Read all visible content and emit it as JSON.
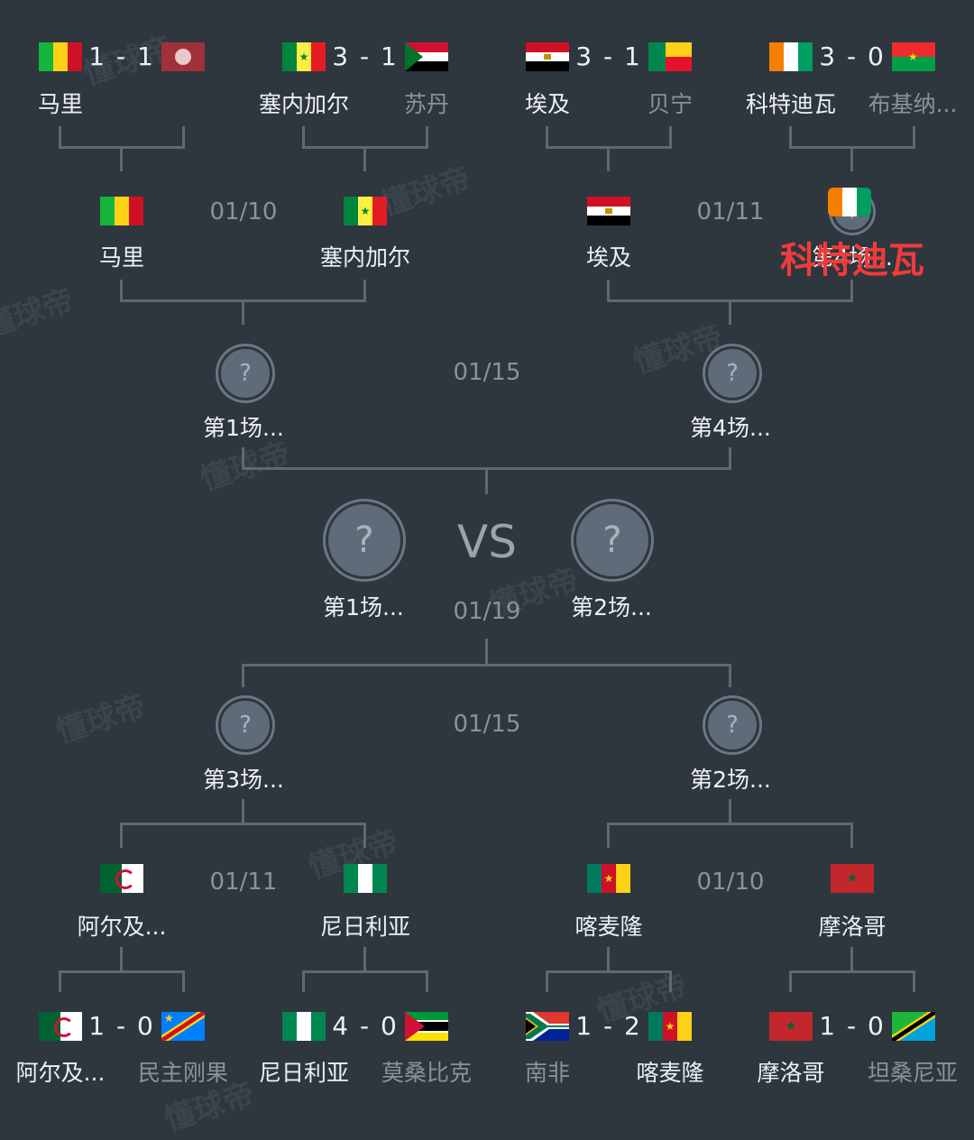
{
  "watermark": "懂球帝",
  "overlay_text": "科特迪瓦",
  "top_round16": [
    {
      "home": "马里",
      "away": "",
      "score": "1 - 1"
    },
    {
      "home": "塞内加尔",
      "away": "苏丹",
      "score": "3 - 1"
    },
    {
      "home": "埃及",
      "away": "贝宁",
      "score": "3 - 1"
    },
    {
      "home": "科特迪瓦",
      "away": "布基纳...",
      "score": "3 - 0"
    }
  ],
  "top_quarter": [
    {
      "home": "马里",
      "away": "塞内加尔",
      "date": "01/10"
    },
    {
      "home": "埃及",
      "away": "第4场...",
      "date": "01/11"
    }
  ],
  "top_semi": {
    "left": "第1场...",
    "right": "第4场...",
    "date": "01/15"
  },
  "final": {
    "left": "第1场...",
    "right": "第2场...",
    "vs": "VS",
    "date": "01/19",
    "q": "?"
  },
  "bottom_semi": {
    "left": "第3场...",
    "right": "第2场...",
    "date": "01/15"
  },
  "bottom_quarter": [
    {
      "home": "阿尔及...",
      "away": "尼日利亚",
      "date": "01/11"
    },
    {
      "home": "喀麦隆",
      "away": "摩洛哥",
      "date": "01/10"
    }
  ],
  "bottom_round16": [
    {
      "home": "阿尔及...",
      "away": "民主刚果",
      "score": "1 - 0"
    },
    {
      "home": "尼日利亚",
      "away": "莫桑比克",
      "score": "4 - 0"
    },
    {
      "home": "南非",
      "away": "喀麦隆",
      "score": "1 - 2"
    },
    {
      "home": "摩洛哥",
      "away": "坦桑尼亚",
      "score": "1 - 0"
    }
  ],
  "colors": {
    "bg": "#2e363e",
    "line": "#5e6976",
    "dim_text": "#8a939c",
    "overlay": "#ef3b3b"
  }
}
